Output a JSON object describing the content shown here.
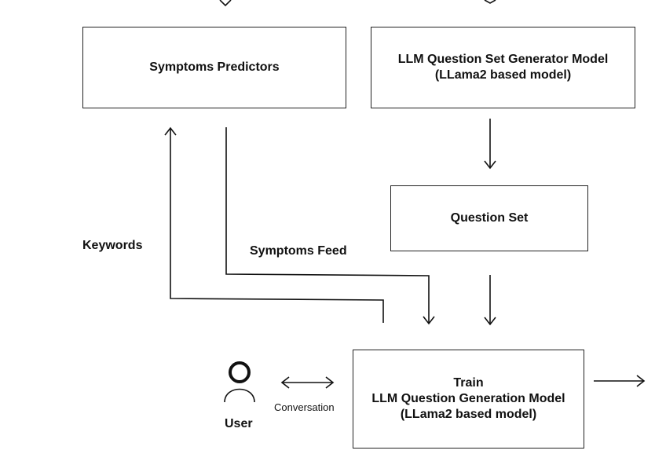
{
  "boxes": {
    "symptoms_predictors": [
      "Symptoms Predictors"
    ],
    "question_set_generator": [
      "LLM Question Set Generator Model",
      "(LLama2 based model)"
    ],
    "question_set": [
      "Question Set"
    ],
    "train_model": [
      "Train",
      "LLM Question Generation Model",
      "(LLama2 based model)"
    ]
  },
  "labels": {
    "keywords": "Keywords",
    "symptoms_feed": "Symptoms Feed",
    "conversation": "Conversation",
    "user": "User"
  },
  "icons": {
    "user": "user-icon"
  },
  "colors": {
    "stroke": "#111111",
    "background": "#ffffff"
  }
}
